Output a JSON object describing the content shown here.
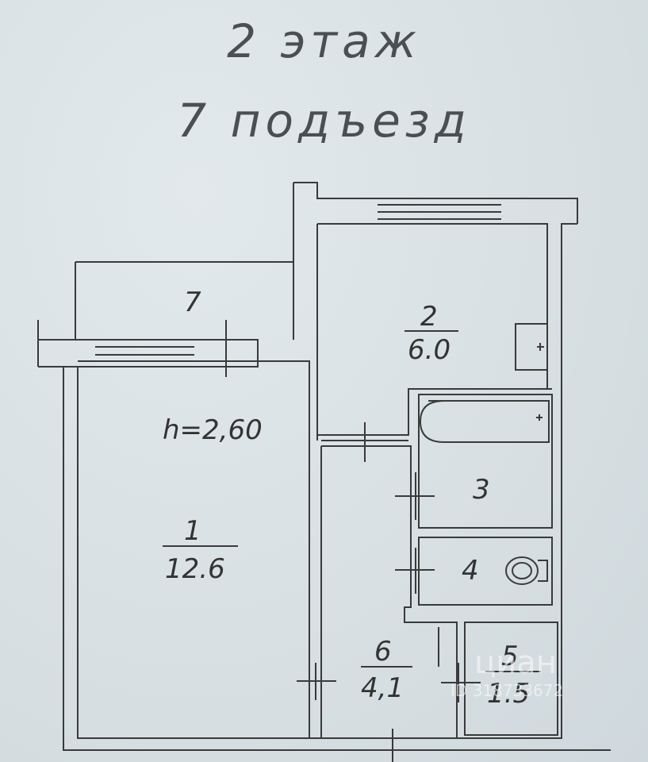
{
  "header": {
    "floor": "2 этаж",
    "entrance": "7 подъезд"
  },
  "plan": {
    "ceiling_height": "h=2,60",
    "rooms": [
      {
        "number": "1",
        "area": "12.6"
      },
      {
        "number": "2",
        "area": "6.0"
      },
      {
        "number": "3",
        "area": ""
      },
      {
        "number": "4",
        "area": ""
      },
      {
        "number": "5",
        "area": "1.5"
      },
      {
        "number": "6",
        "area": "4,1"
      },
      {
        "number": "7",
        "area": ""
      }
    ]
  },
  "watermark": {
    "brand": "циан",
    "id": "ID 318733672"
  },
  "colors": {
    "paper": "#d9e1e4",
    "ink": "#333333"
  }
}
